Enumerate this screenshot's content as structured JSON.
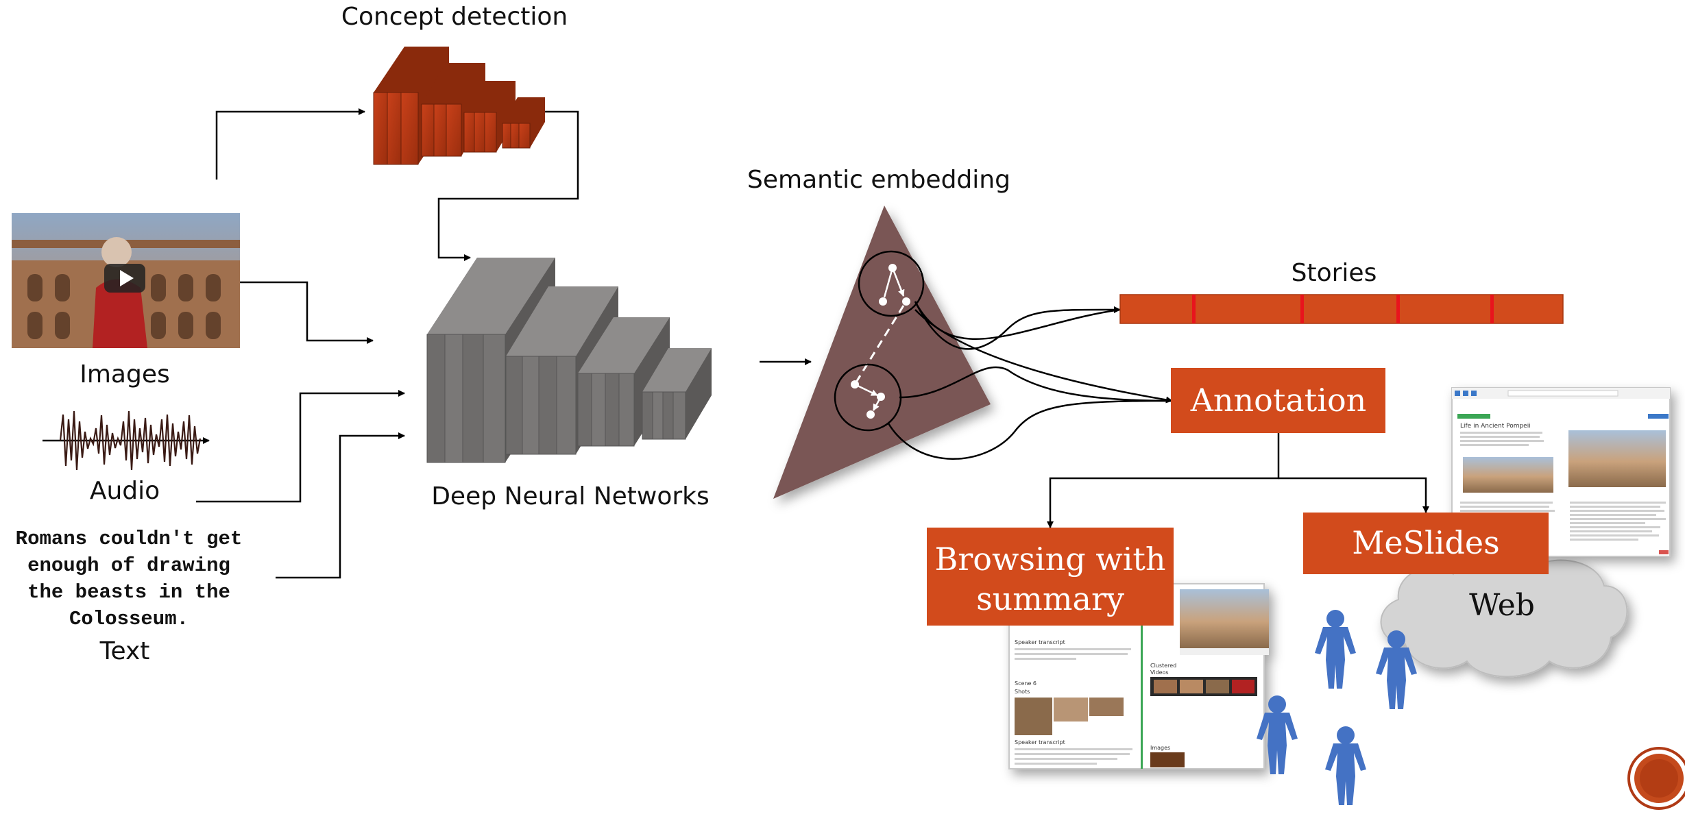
{
  "labels": {
    "concept_detection": "Concept detection",
    "semantic_embedding": "Semantic embedding",
    "stories": "Stories",
    "images": "Images",
    "audio": "Audio",
    "text": "Text",
    "deep_neural_networks": "Deep Neural Networks"
  },
  "text_sample": {
    "line1": "Romans couldn't get",
    "line2": "enough of drawing",
    "line3": "the beasts in the",
    "line4": "Colosseum."
  },
  "boxes": {
    "annotation": "Annotation",
    "browsing_line1": "Browsing with",
    "browsing_line2": "summary",
    "meslides": "MeSlides"
  },
  "cloud": {
    "label": "Web"
  },
  "screenshots": {
    "slide_title": "Life in Ancient Pompeii",
    "speaker_transcript": "Speaker transcript",
    "shots": "Shots",
    "scene": "Scene 6",
    "clustered": "Clustered",
    "videos": "Videos",
    "images": "Images"
  },
  "colors": {
    "accent": "#d24b1c",
    "divider": "#e8141d",
    "dnn_gray": "#6e6c6b",
    "embedding_triangle": "#7a5654",
    "cloud": "#d4d4d4",
    "person": "#4472c4"
  },
  "icons": [
    "play-icon",
    "audio-waveform-icon",
    "person-icon",
    "cloud-shape",
    "logo-seal-icon"
  ]
}
